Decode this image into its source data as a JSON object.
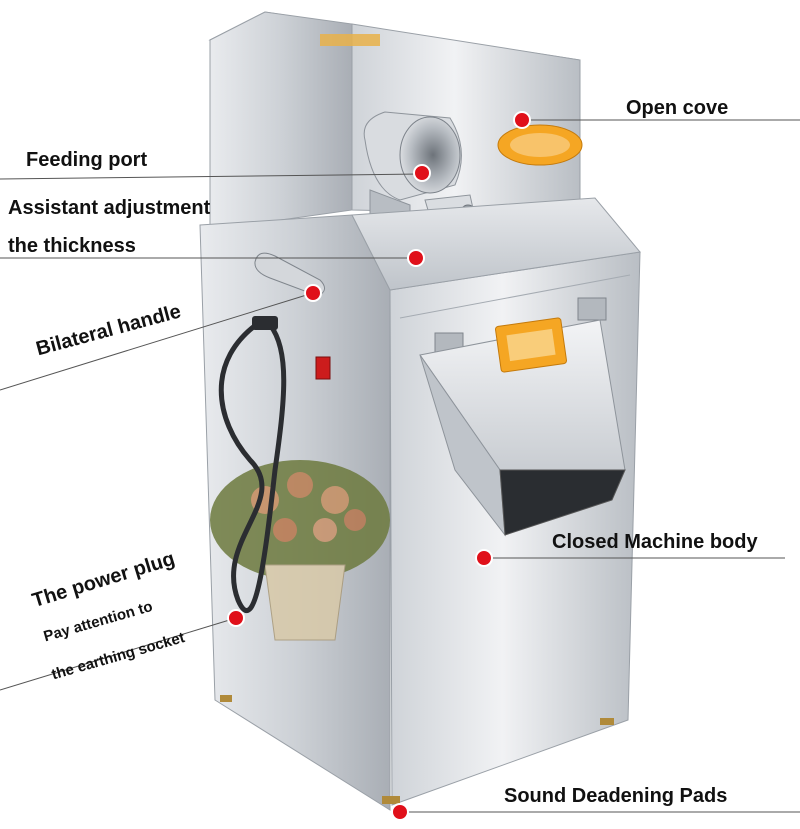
{
  "labels": {
    "open_cover": "Open cove",
    "feeding_port": "Feeding port",
    "adjustment_line1": "Assistant adjustment",
    "adjustment_line2": "the thickness",
    "bilateral_handle": "Bilateral handle",
    "closed_body": "Closed Machine body",
    "power_plug": "The power plug",
    "earthing_line1": "Pay attention to",
    "earthing_line2": "the earthing socket",
    "sound_pads": "Sound Deadening Pads"
  },
  "colors": {
    "marker": "#e0101a",
    "steel_light": "#e7e9ec",
    "steel_mid": "#c5c9ce",
    "steel_dark": "#8e949b",
    "warning_label": "#f5a623"
  }
}
